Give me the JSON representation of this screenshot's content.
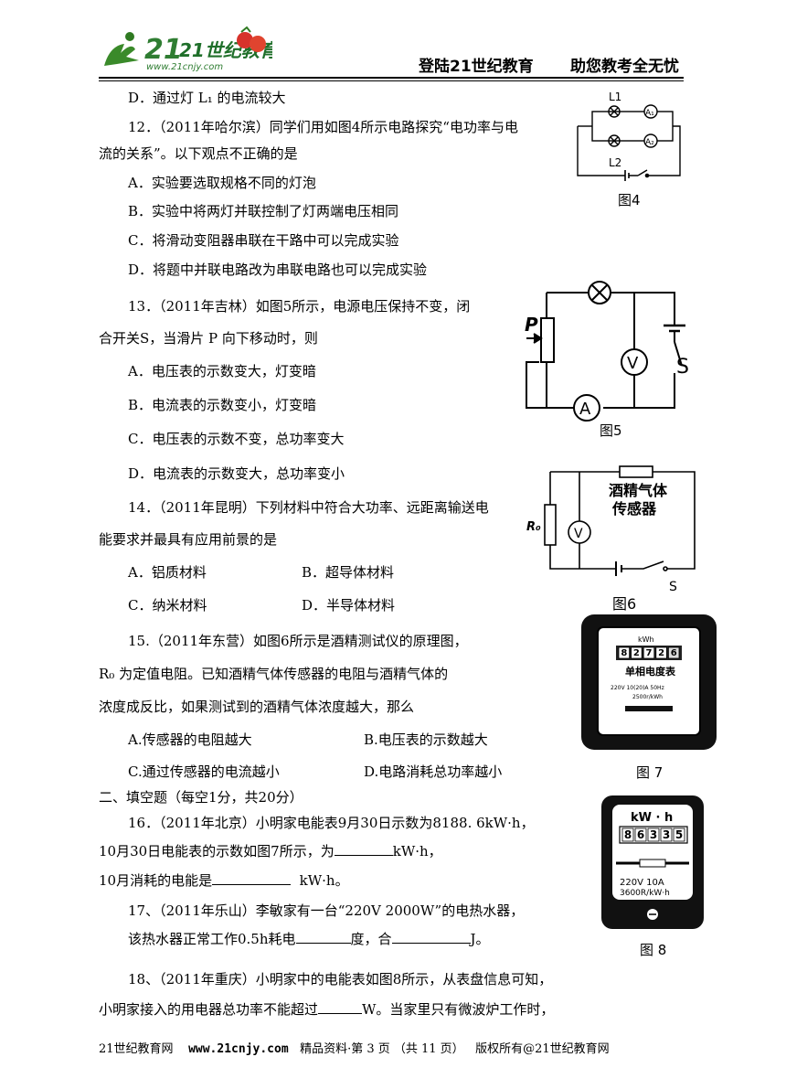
{
  "header": {
    "logo_text": "21世纪教育",
    "logo_url": "www.21cnjy.com",
    "slogan_left": "登陆21世纪教育",
    "slogan_right": "助您教考全无忧"
  },
  "q11": {
    "optD": "D．通过灯 L₁ 的电流较大"
  },
  "q12": {
    "stem1": "12．（2011年哈尔滨）同学们用如图4所示电路探究“电功率与电",
    "stem2": "流的关系”。以下观点不正确的是",
    "A": "A．实验要选取规格不同的灯泡",
    "B": "B．实验中将两灯并联控制了灯两端电压相同",
    "C": "C．将滑动变阻器串联在干路中可以完成实验",
    "D": "D．将题中并联电路改为串联电路也可以完成实验"
  },
  "q13": {
    "stem1": "13．（2011年吉林）如图5所示，电源电压保持不变，闭",
    "stem2": "合开关S，当滑片 P 向下移动时，则",
    "A": "A．电压表的示数变大，灯变暗",
    "B": "B．电流表的示数变小，灯变暗",
    "C": "C．电压表的示数不变，总功率变大",
    "D": "D．电流表的示数变大，总功率变小"
  },
  "q14": {
    "stem1": "14．（2011年昆明）下列材料中符合大功率、远距离输送电",
    "stem2": "能要求并最具有应用前景的是",
    "A": "A．铝质材料",
    "B": "B．超导体材料",
    "C": "C．纳米材料",
    "D": "D．半导体材料"
  },
  "q15": {
    "stem1": "15.（2011年东营）如图6所示是酒精测试仪的原理图，",
    "stem2": "R₀ 为定值电阻。已知酒精气体传感器的电阻与酒精气体的",
    "stem3": "浓度成反比，如果测试到的酒精气体浓度越大，那么",
    "A": "A.传感器的电阻越大",
    "B": "B.电压表的示数越大",
    "C": "C.通过传感器的电流越小",
    "D": "D.电路消耗总功率越小"
  },
  "section2": "二、填空题（每空1分，共20分）",
  "q16": {
    "l1": "16．（2011年北京）小明家电能表9月30日示数为8188. 6kW·h，",
    "l2a": "10月30日电能表的示数如图7所示，为",
    "l2b": "kW·h，",
    "l3a": "10月消耗的电能是",
    "l3b": "kW·h。"
  },
  "q17": {
    "l1": "17、（2011年乐山）李敏家有一台“220V 2000W”的电热水器，",
    "l2a": "该热水器正常工作0.5h耗电",
    "l2b": "度，合",
    "l2c": "J。"
  },
  "q18": {
    "l1": "18、（2011年重庆）小明家中的电能表如图8所示，从表盘信息可知，",
    "l2a": "小明家接入的用电器总功率不能超过",
    "l2b": "W。当家里只有微波炉工作时，"
  },
  "fig4": {
    "caption": "图4",
    "L1": "L1",
    "L2": "L2",
    "A1": "A₁",
    "A2": "A₂"
  },
  "fig5": {
    "caption": "图5",
    "P": "P",
    "V": "V",
    "A": "A",
    "S": "S"
  },
  "fig6": {
    "caption": "图6",
    "sensor1": "酒精气体",
    "sensor2": "传感器",
    "R0": "R₀",
    "V": "V",
    "S": "S"
  },
  "fig7": {
    "caption": "图 7",
    "unit": "kWh",
    "digits": [
      "8",
      "2",
      "7",
      "2",
      "6"
    ],
    "name": "单相电度表",
    "spec1": "220V   10(20)A   50Hz",
    "spec2": "2500r/kWh"
  },
  "fig8": {
    "caption": "图 8",
    "unit": "kW · h",
    "digits": [
      "8",
      "6",
      "3",
      "3",
      "5"
    ],
    "spec1": "220V    10A",
    "spec2": "3600R/kW·h"
  },
  "footer": {
    "site": "21世纪教育网",
    "url": "www.21cnjy.com",
    "page": "精品资料·第 3 页 （共 11 页）",
    "copyright": "版权所有@21世纪教育网"
  }
}
